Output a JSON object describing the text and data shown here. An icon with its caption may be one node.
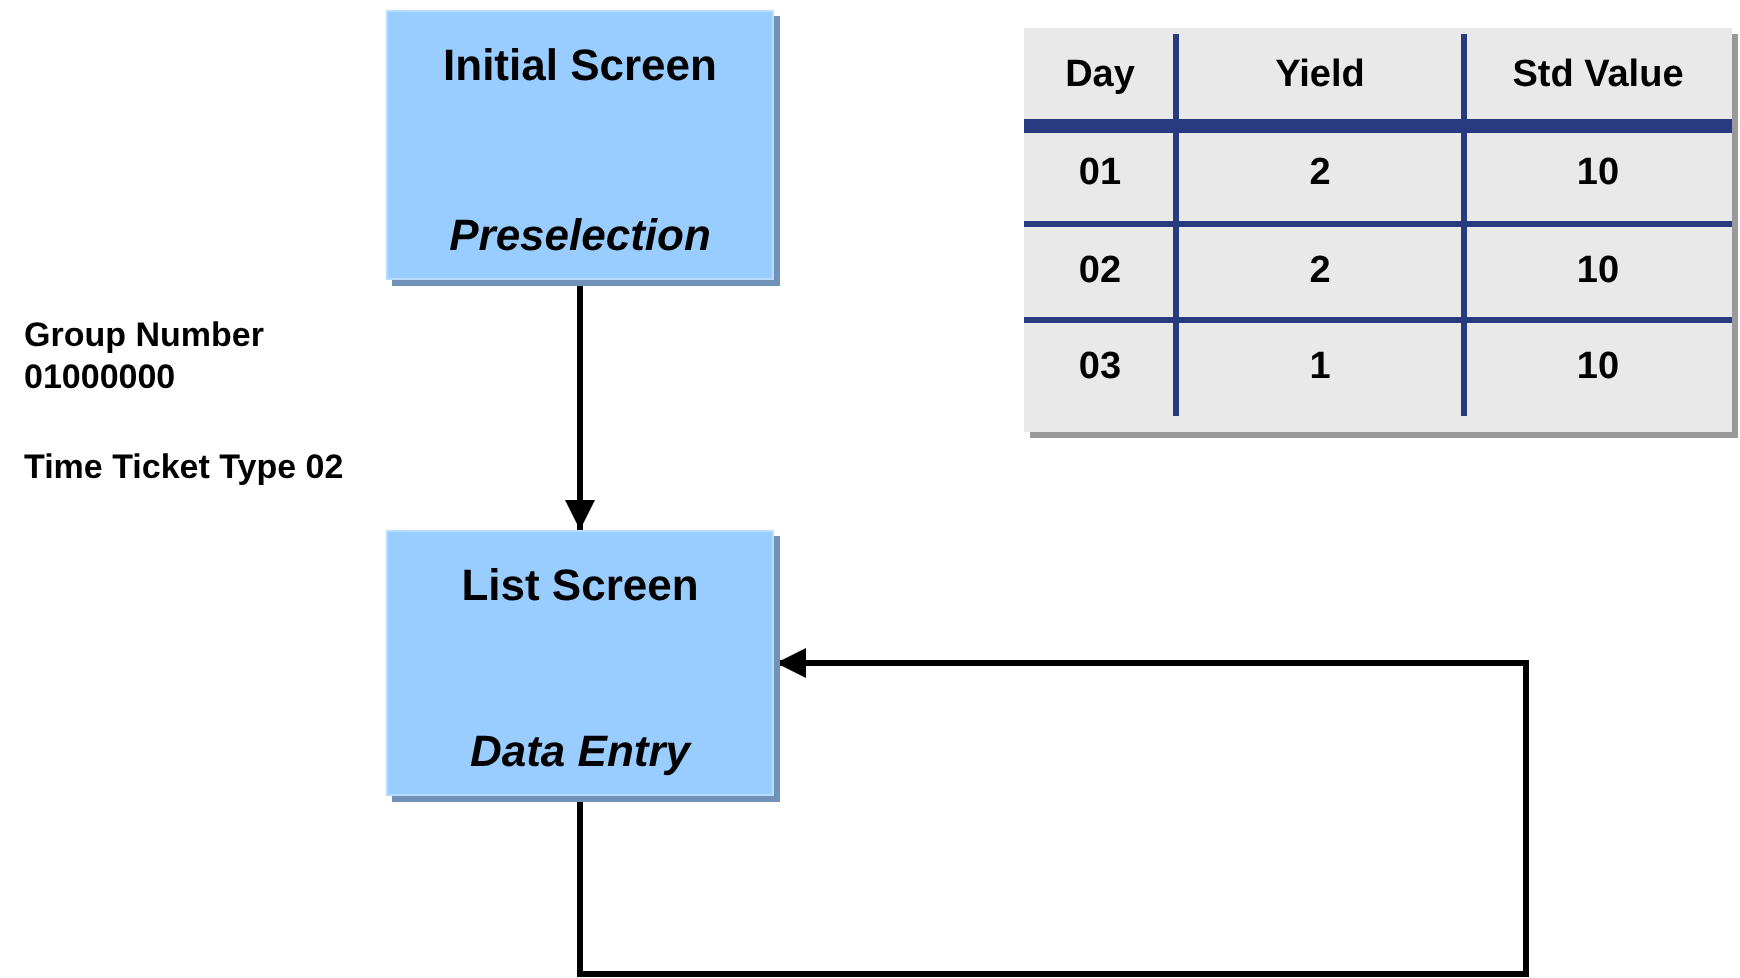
{
  "diagram": {
    "nodes": [
      {
        "text": [
          "Initial Screen",
          "Preselection"
        ]
      },
      {
        "text": [
          "List Screen",
          "Data Entry"
        ]
      }
    ],
    "edges": [
      {
        "from": 0,
        "to": 1,
        "arrow": "to"
      },
      {
        "from": 1,
        "to": 1,
        "arrow": "to"
      }
    ],
    "labels": [
      "Group Number 01000000",
      "Time Ticket Type 02",
      "Day",
      "Yield",
      "Std Value",
      "01",
      "2",
      "10",
      "02",
      "2",
      "10",
      "03",
      "1",
      "10"
    ]
  }
}
